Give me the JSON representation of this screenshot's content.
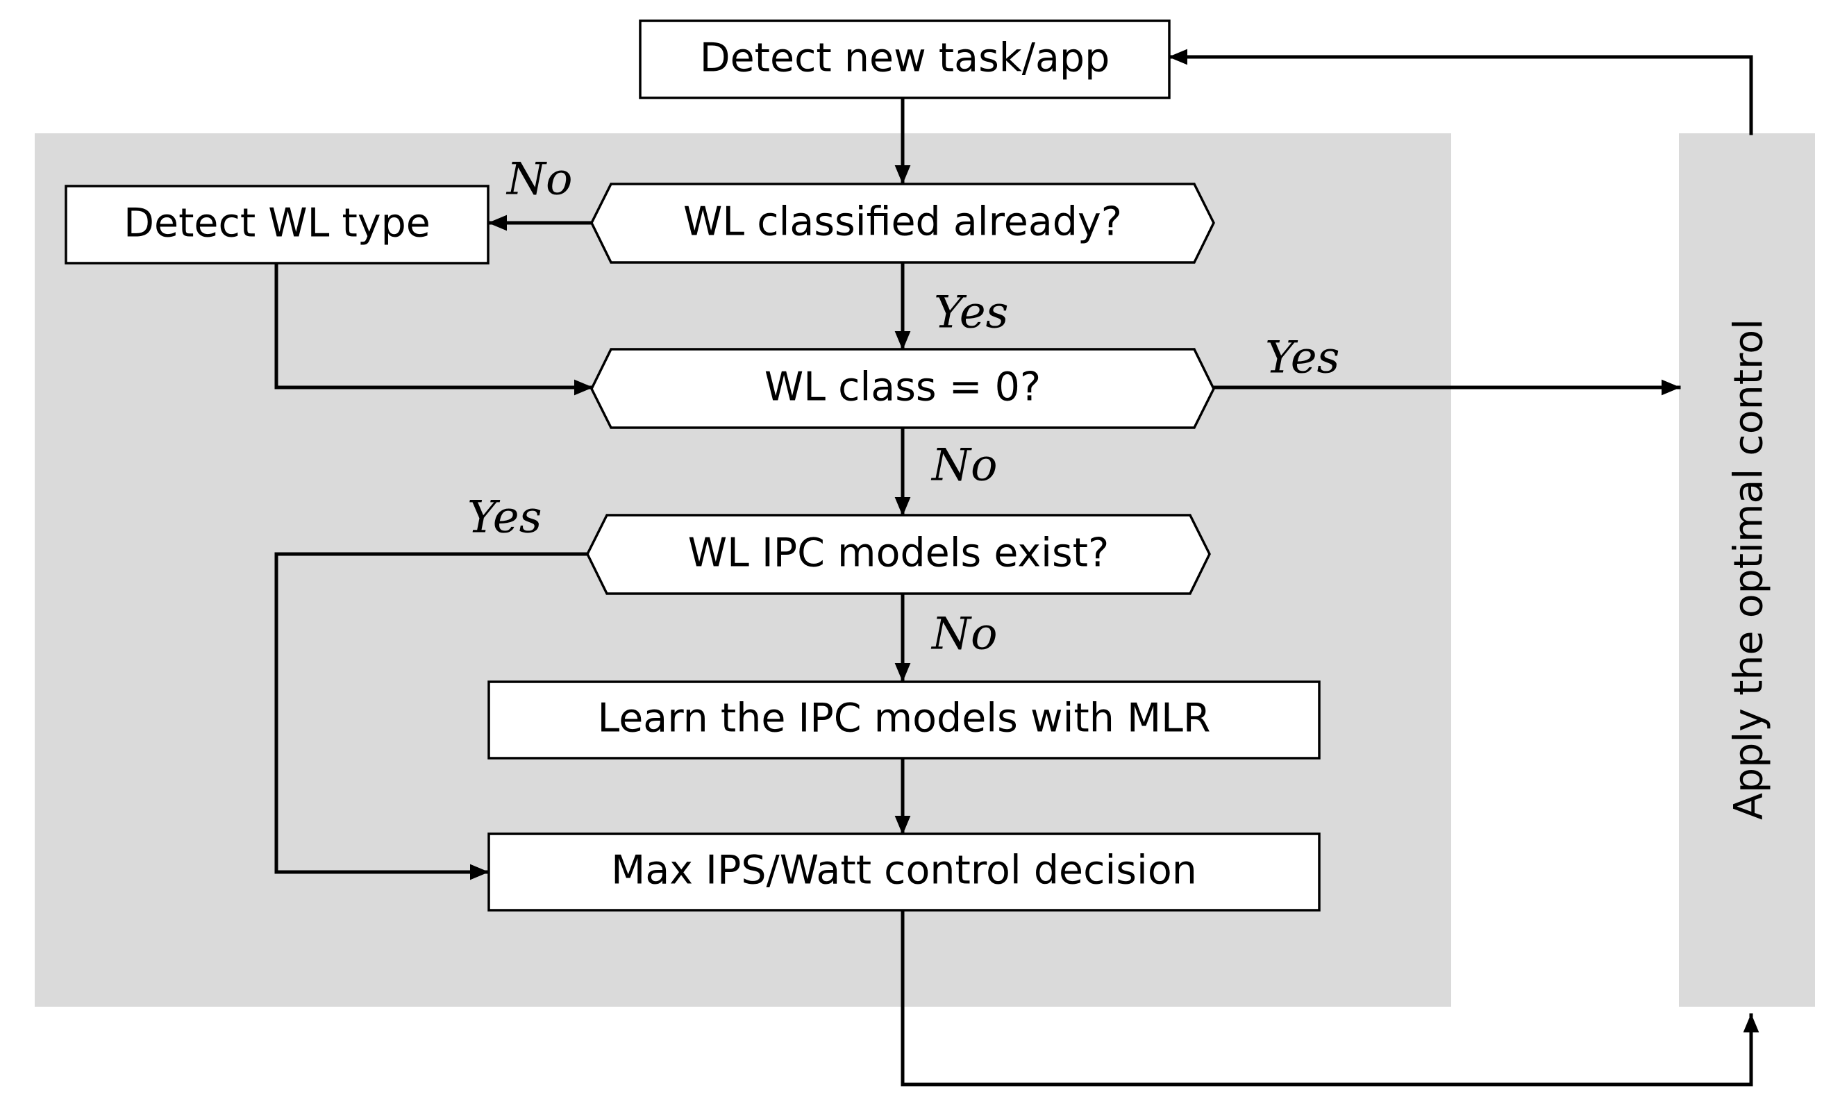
{
  "nodes": {
    "detect_new_task": "Detect new task/app",
    "detect_wl_type": "Detect WL type",
    "wl_classified": "WL classified already?",
    "wl_class_zero": "WL class = 0?",
    "ipc_models_exist": "WL IPC models exist?",
    "learn_ipc": "Learn the IPC models with MLR",
    "max_ips_watt": "Max IPS/Watt control decision",
    "apply_control": "Apply the optimal control"
  },
  "edge_labels": {
    "classified_no": "No",
    "classified_yes": "Yes",
    "class_zero_yes": "Yes",
    "class_zero_no": "No",
    "models_yes": "Yes",
    "models_no": "No"
  },
  "colors": {
    "panel": "#dadada",
    "stroke": "#000000",
    "box_fill": "#ffffff"
  }
}
